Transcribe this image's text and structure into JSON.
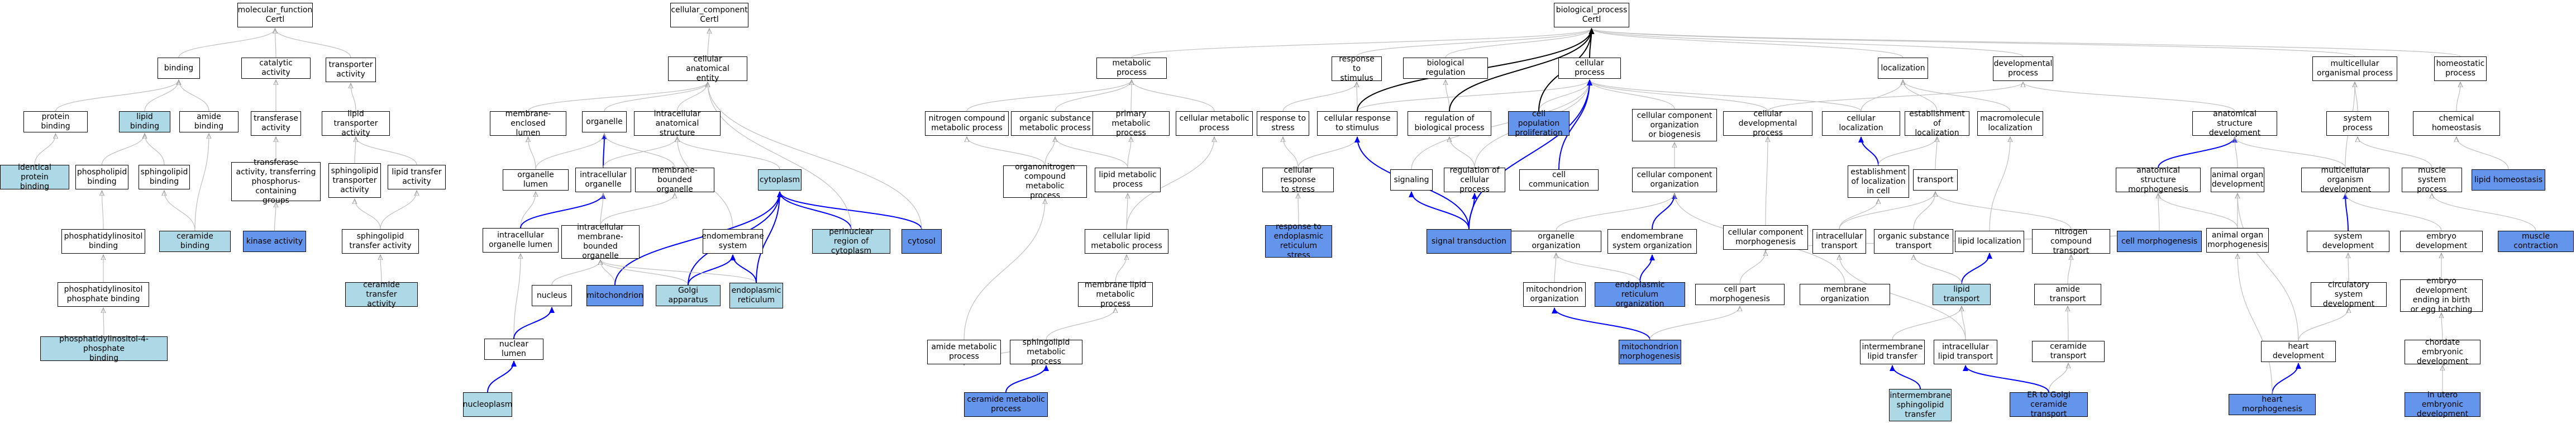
{
  "colors": {
    "annotated_light": "#add8e6",
    "annotated_dark": "#6495ed",
    "plain": "#ffffff",
    "edge_gray": "#bfbfbf",
    "edge_blue": "#0000ff",
    "edge_black": "#000000"
  },
  "nodes": {
    "mf": "molecular_function\nCertl",
    "binding": "binding",
    "catalytic": "catalytic activity",
    "transporter": "transporter\nactivity",
    "protein_binding": "protein binding",
    "lipid_binding": "lipid binding",
    "amide_binding": "amide binding",
    "transferase": "transferase\nactivity",
    "lipid_transporter": "lipid transporter\nactivity",
    "identical_protein": "identical protein\nbinding",
    "phospholipid_binding": "phospholipid\nbinding",
    "sphingolipid_binding": "sphingolipid\nbinding",
    "transferase_p": "transferase\nactivity, transferring\nphosphorus-containing\ngroups",
    "sphingolipid_transporter": "sphingolipid\ntransporter\nactivity",
    "lipid_transfer": "lipid transfer\nactivity",
    "ceramide_binding": "ceramide binding",
    "kinase": "kinase activity",
    "ptdins_binding": "phosphatidylinositol\nbinding",
    "sphingolipid_transfer": "sphingolipid\ntransfer activity",
    "ptdins_p_binding": "phosphatidylinositol\nphosphate binding",
    "ceramide_transfer": "ceramide transfer\nactivity",
    "ptdins4p_binding": "phosphatidylinositol-4-phosphate\nbinding",
    "cc": "cellular_component\nCertl",
    "cae": "cellular anatomical\nentity",
    "membrane_enclosed": "membrane-enclosed\nlumen",
    "organelle": "organelle",
    "ic_anat": "intracellular\nanatomical structure",
    "organelle_lumen": "organelle lumen",
    "ic_organelle": "intracellular\norganelle",
    "mb_organelle": "membrane-bounded\norganelle",
    "cytoplasm": "cytoplasm",
    "ic_organelle_lumen": "intracellular\norganelle lumen",
    "ic_mb_organelle": "intracellular\nmembrane-bounded\norganelle",
    "endomembrane": "endomembrane\nsystem",
    "perinuclear": "perinuclear\nregion of cytoplasm",
    "cytosol": "cytosol",
    "nucleus": "nucleus",
    "mitochondrion": "mitochondrion",
    "golgi": "Golgi apparatus",
    "er": "endoplasmic\nreticulum",
    "nuclear_lumen": "nuclear lumen",
    "nucleoplasm": "nucleoplasm",
    "bp": "biological_process\nCertl",
    "metabolic": "metabolic process",
    "response_stimulus": "response to\nstimulus",
    "bio_reg": "biological regulation",
    "cellular_process": "cellular process",
    "localization": "localization",
    "developmental": "developmental\nprocess",
    "multicell_org": "multicellular\norganismal process",
    "homeostatic": "homeostatic\nprocess",
    "n_compound_met": "nitrogen compound\nmetabolic process",
    "organic_subst_met": "organic substance\nmetabolic process",
    "primary_met": "primary metabolic\nprocess",
    "cellular_met": "cellular metabolic\nprocess",
    "response_stress": "response to\nstress",
    "cell_resp_stimulus": "cellular response\nto stimulus",
    "reg_bio": "regulation of\nbiological process",
    "cell_pop_prolif": "cell population\nproliferation",
    "cc_org_biogen": "cellular component\norganization\nor biogenesis",
    "cell_dev": "cellular developmental\nprocess",
    "cellular_loc": "cellular localization",
    "est_loc": "establishment of\nlocalization",
    "macromol_loc": "macromolecule\nlocalization",
    "anat_struct_dev": "anatomical structure\ndevelopment",
    "system_process": "system process",
    "chem_homeostasis": "chemical homeostasis",
    "organonitrogen": "organonitrogen\ncompound metabolic\nprocess",
    "lipid_met": "lipid metabolic\nprocess",
    "cell_resp_stress": "cellular response\nto stress",
    "signaling": "signaling",
    "reg_cell_proc": "regulation of\ncellular process",
    "cell_comm": "cell communication",
    "cc_org": "cellular component\norganization",
    "cc_morph": "cellular component\nmorphogenesis",
    "est_loc_cell": "establishment\nof localization\nin cell",
    "transport": "transport",
    "anat_struct_morph": "anatomical structure\nmorphogenesis",
    "animal_organ_dev": "animal organ\ndevelopment",
    "multicell_dev": "multicellular\norganism development",
    "muscle_system": "muscle system\nprocess",
    "lipid_homeostasis": "lipid homeostasis",
    "cell_lipid_met": "cellular lipid\nmetabolic process",
    "resp_er_stress": "response to\nendoplasmic\nreticulum stress",
    "signal_transduction": "signal transduction",
    "organelle_org": "organelle organization",
    "endomembrane_org": "endomembrane\nsystem organization",
    "ic_transport": "intracellular\ntransport",
    "organic_subst_transport": "organic substance\ntransport",
    "lipid_localization": "lipid localization",
    "n_compound_transport": "nitrogen compound\ntransport",
    "cell_morph": "cell morphogenesis",
    "animal_organ_morph": "animal organ\nmorphogenesis",
    "system_dev": "system development",
    "embryo_dev": "embryo development",
    "muscle_contraction": "muscle contraction",
    "membrane_lipid_met": "membrane lipid\nmetabolic process",
    "mito_org": "mitochondrion\norganization",
    "er_org": "endoplasmic\nreticulum organization",
    "cell_part_morph": "cell part morphogenesis",
    "membrane_org": "membrane organization",
    "lipid_transport": "lipid transport",
    "amide_transport": "amide transport",
    "circ_system_dev": "circulatory\nsystem development",
    "embryo_dev_birth": "embryo development\nending in birth\nor egg hatching",
    "amide_met": "amide metabolic\nprocess",
    "sphingolipid_met": "sphingolipid\nmetabolic process",
    "mito_morph": "mitochondrion\nmorphogenesis",
    "intermembrane_transfer": "intermembrane\nlipid transfer",
    "ic_lipid_transport": "intracellular\nlipid transport",
    "ceramide_transport": "ceramide transport",
    "heart_dev": "heart development",
    "chordate_embryonic": "chordate embryonic\ndevelopment",
    "ceramide_met": "ceramide metabolic\nprocess",
    "intermembrane_sphingolipid": "intermembrane\nsphingolipid\ntransfer",
    "er_golgi_ceramide": "ER to Golgi\nceramide transport",
    "heart_morph": "heart morphogenesis",
    "in_utero": "in utero embryonic\ndevelopment"
  }
}
